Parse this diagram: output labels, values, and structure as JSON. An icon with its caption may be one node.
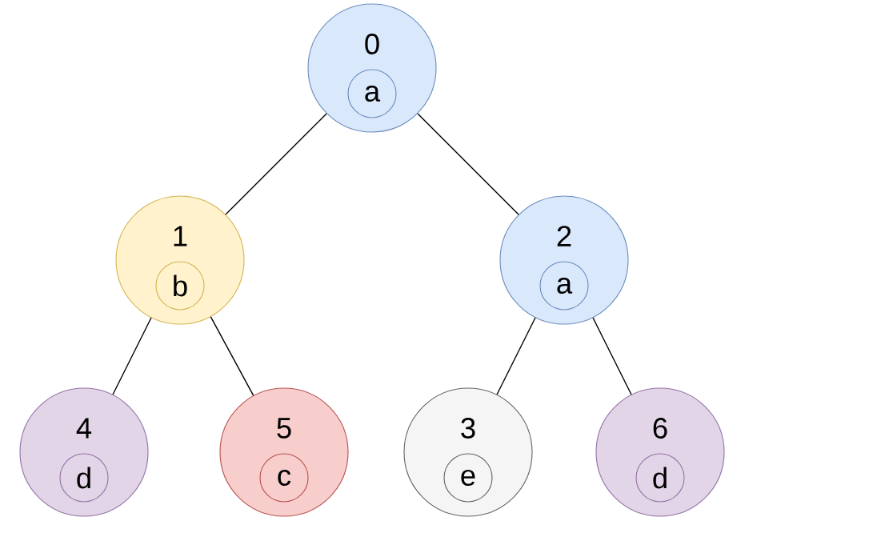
{
  "diagram": {
    "nodes": [
      {
        "text": [
          "0"
        ]
      },
      {
        "text": [
          "a"
        ],
        "in": 0
      },
      {
        "text": [
          "1"
        ]
      },
      {
        "text": [
          "b"
        ],
        "in": 2
      },
      {
        "text": [
          "2"
        ]
      },
      {
        "text": [
          "a"
        ],
        "in": 4
      },
      {
        "text": [
          "4"
        ]
      },
      {
        "text": [
          "d"
        ],
        "in": 6
      },
      {
        "text": [
          "5"
        ]
      },
      {
        "text": [
          "c"
        ],
        "in": 8
      },
      {
        "text": [
          "3"
        ]
      },
      {
        "text": [
          "e"
        ],
        "in": 10
      },
      {
        "text": [
          "6"
        ]
      },
      {
        "text": [
          "d"
        ],
        "in": 12
      }
    ],
    "edges": [
      {
        "from": 0,
        "to": 2,
        "arrow": "none"
      },
      {
        "from": 0,
        "to": 4,
        "arrow": "none"
      },
      {
        "from": 2,
        "to": 6,
        "arrow": "none"
      },
      {
        "from": 2,
        "to": 8,
        "arrow": "none"
      },
      {
        "from": 4,
        "to": 10,
        "arrow": "none"
      },
      {
        "from": 4,
        "to": 12,
        "arrow": "none"
      }
    ]
  }
}
